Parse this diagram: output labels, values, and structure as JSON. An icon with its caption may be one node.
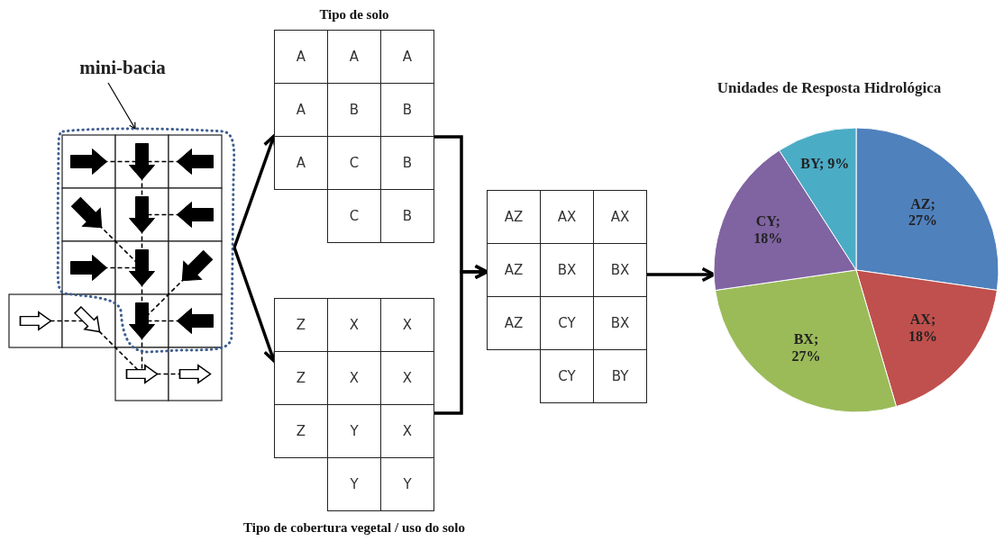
{
  "diagram": {
    "nodes": [
      {
        "text": [
          "mini-bacia"
        ]
      },
      {
        "text": [],
        "shape": "outline"
      },
      {
        "text": [],
        "shape": "picture"
      },
      {
        "text": [],
        "shape": "box"
      },
      {
        "text": [
          "A"
        ],
        "in": 3
      },
      {
        "text": [
          "A"
        ],
        "in": 3
      },
      {
        "text": [
          "A"
        ],
        "in": 3
      },
      {
        "text": [
          "A"
        ],
        "in": 3
      },
      {
        "text": [
          "B"
        ],
        "in": 3
      },
      {
        "text": [
          "B"
        ],
        "in": 3
      },
      {
        "text": [
          "A"
        ],
        "in": 3
      },
      {
        "text": [
          "C"
        ],
        "in": 3
      },
      {
        "text": [
          "B"
        ],
        "in": 3
      },
      {
        "text": [
          "C"
        ],
        "in": 3
      },
      {
        "text": [
          "B"
        ],
        "in": 3
      },
      {
        "text": [],
        "shape": "box"
      },
      {
        "text": [
          "Z"
        ],
        "in": 15
      },
      {
        "text": [
          "X"
        ],
        "in": 15
      },
      {
        "text": [
          "X"
        ],
        "in": 15
      },
      {
        "text": [
          "Z"
        ],
        "in": 15
      },
      {
        "text": [
          "X"
        ],
        "in": 15
      },
      {
        "text": [
          "X"
        ],
        "in": 15
      },
      {
        "text": [
          "Z"
        ],
        "in": 15
      },
      {
        "text": [
          "Y"
        ],
        "in": 15
      },
      {
        "text": [
          "X"
        ],
        "in": 15
      },
      {
        "text": [
          "Y"
        ],
        "in": 15
      },
      {
        "text": [
          "Y"
        ],
        "in": 15
      },
      {
        "text": [],
        "shape": "box"
      },
      {
        "text": [
          "AZ"
        ],
        "in": 27
      },
      {
        "text": [
          "AX"
        ],
        "in": 27
      },
      {
        "text": [
          "AX"
        ],
        "in": 27
      },
      {
        "text": [
          "AZ"
        ],
        "in": 27
      },
      {
        "text": [
          "BX"
        ],
        "in": 27
      },
      {
        "text": [
          "BX"
        ],
        "in": 27
      },
      {
        "text": [
          "AZ"
        ],
        "in": 27
      },
      {
        "text": [
          "CY"
        ],
        "in": 27
      },
      {
        "text": [
          "BX"
        ],
        "in": 27
      },
      {
        "text": [
          "CY"
        ],
        "in": 27
      },
      {
        "text": [
          "BY"
        ],
        "in": 27
      },
      {
        "text": [],
        "shape": "circle"
      }
    ],
    "edges": [
      {
        "from": 0,
        "to": 1,
        "arrow": "to"
      },
      {
        "from": 1,
        "to": 3,
        "arrow": "to"
      },
      {
        "from": 1,
        "to": 15,
        "arrow": "to"
      },
      {
        "from": 3,
        "to": 27,
        "arrow": "to"
      },
      {
        "from": 15,
        "to": 27,
        "arrow": "to"
      },
      {
        "from": 27,
        "to": 39,
        "arrow": "to"
      }
    ],
    "labels": [
      "Tipo de solo",
      "Tipo de cobertura vegetal / uso do solo"
    ],
    "chart_data": {
      "type": "pie",
      "title": "Unidades de Resposta Hidrológica",
      "values": [
        27,
        18,
        27,
        18,
        9
      ],
      "value_labels": [
        "AZ; 27%",
        "AX; 18%",
        "BX; 27%",
        "CY; 18%",
        "BY; 9%"
      ]
    }
  }
}
